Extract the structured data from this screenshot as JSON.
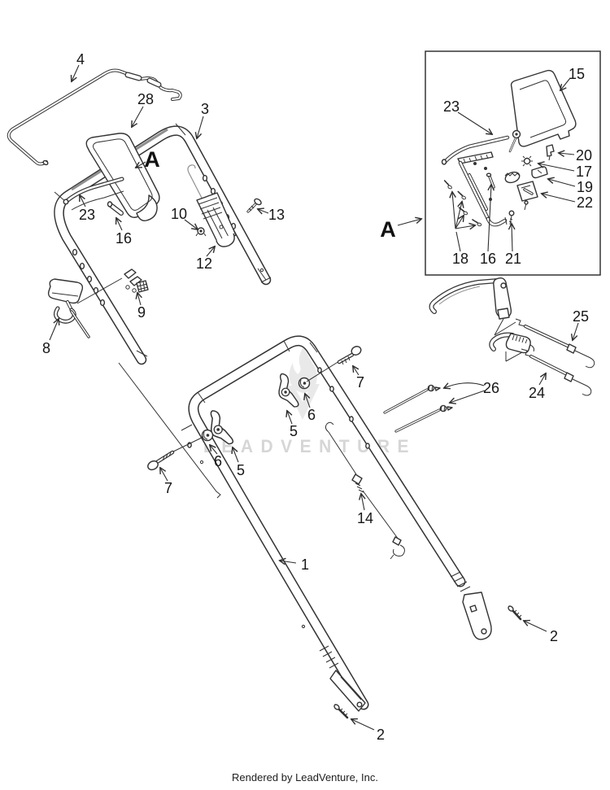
{
  "watermark": {
    "text": "LEADVENTURE",
    "logo": "leadventure-flame-icon",
    "color": "#d6d6d6"
  },
  "footer": {
    "text": "Rendered by LeadVenture, Inc."
  },
  "callouts": [
    {
      "label": "4"
    },
    {
      "label": "28"
    },
    {
      "label": "3"
    },
    {
      "label": "A"
    },
    {
      "label": "23"
    },
    {
      "label": "16"
    },
    {
      "label": "10"
    },
    {
      "label": "12"
    },
    {
      "label": "13"
    },
    {
      "label": "9"
    },
    {
      "label": "8"
    },
    {
      "label": "7"
    },
    {
      "label": "6"
    },
    {
      "label": "5"
    },
    {
      "label": "5"
    },
    {
      "label": "6"
    },
    {
      "label": "7"
    },
    {
      "label": "14"
    },
    {
      "label": "1"
    },
    {
      "label": "2"
    },
    {
      "label": "2"
    },
    {
      "label": "26"
    },
    {
      "label": "24"
    },
    {
      "label": "25"
    },
    {
      "label": "15"
    },
    {
      "label": "23"
    },
    {
      "label": "20"
    },
    {
      "label": "17"
    },
    {
      "label": "19"
    },
    {
      "label": "22"
    },
    {
      "label": "18"
    },
    {
      "label": "16"
    },
    {
      "label": "21"
    },
    {
      "label": "A"
    }
  ]
}
